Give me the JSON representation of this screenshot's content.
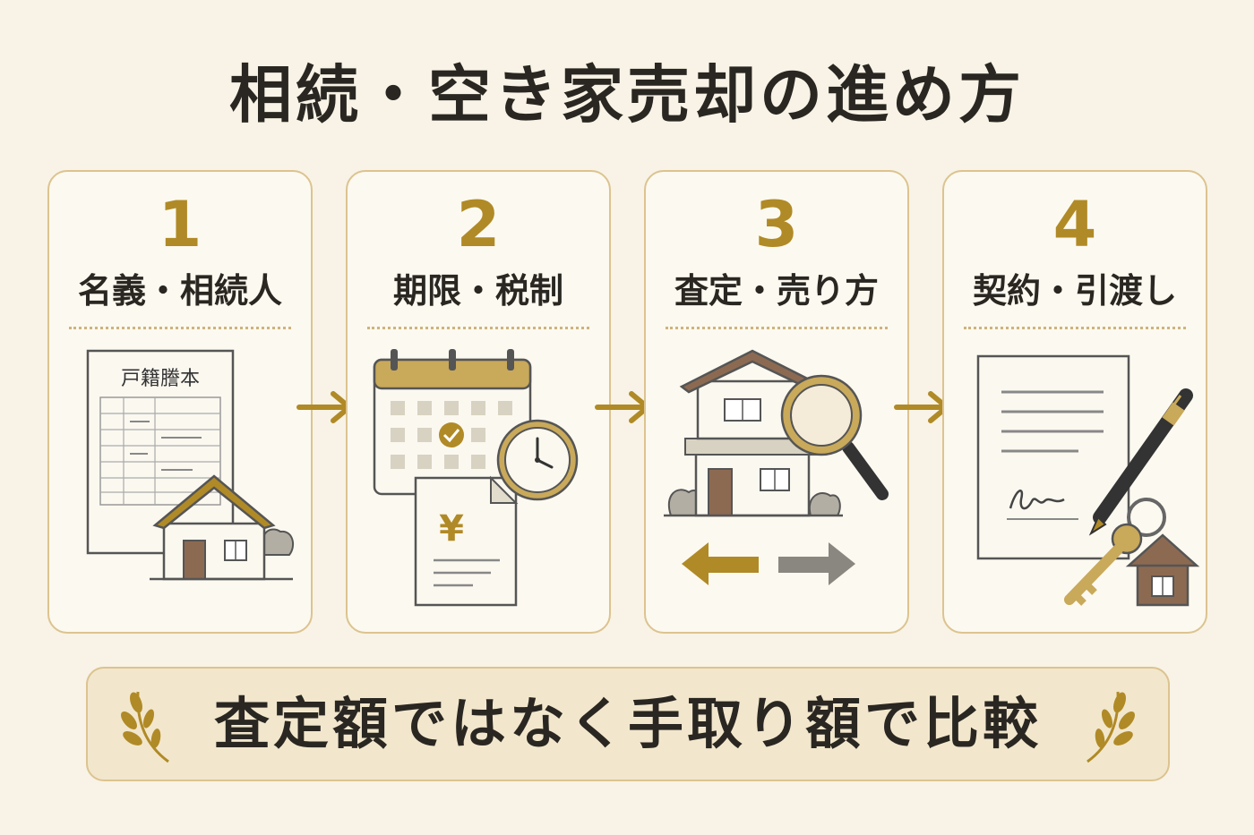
{
  "title": "相続・空き家売却の進め方",
  "steps": [
    {
      "number": "1",
      "label": "名義・相続人",
      "doc_title": "戸籍謄本"
    },
    {
      "number": "2",
      "label": "期限・税制",
      "currency": "¥"
    },
    {
      "number": "3",
      "label": "査定・売り方"
    },
    {
      "number": "4",
      "label": "契約・引渡し"
    }
  ],
  "banner": {
    "text": "査定額ではなく手取り額で比較"
  },
  "colors": {
    "background": "#f8f3e6",
    "accent_gold": "#b08a26",
    "card_border": "#dcc38f",
    "text_dark": "#2a2722",
    "gray": "#8a8680"
  }
}
